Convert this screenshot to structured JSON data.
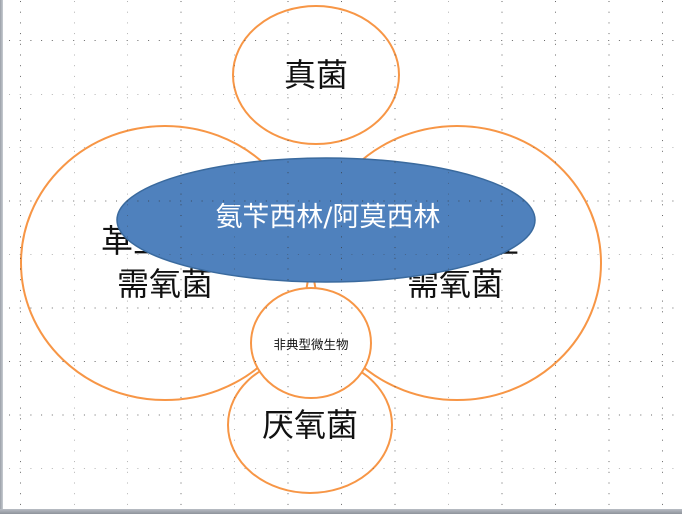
{
  "diagram": {
    "type": "venn-style antibiotic coverage diagram",
    "center": {
      "label": "氨苄西林/阿莫西林",
      "fill": "#4F81BD",
      "stroke": "#3A6A9E",
      "text_color": "#FFFFFF"
    },
    "circles": [
      {
        "id": "fungi",
        "label": "真菌"
      },
      {
        "id": "gram-positive",
        "label_line1": "革兰阳性",
        "label_line2": "需氧菌"
      },
      {
        "id": "gram-negative",
        "label_line1": "革兰阴性",
        "label_line2": "需氧菌"
      },
      {
        "id": "atypical",
        "label": "非典型微生物"
      },
      {
        "id": "anaerobes",
        "label": "厌氧菌"
      }
    ],
    "outline_color": "#F79646"
  }
}
